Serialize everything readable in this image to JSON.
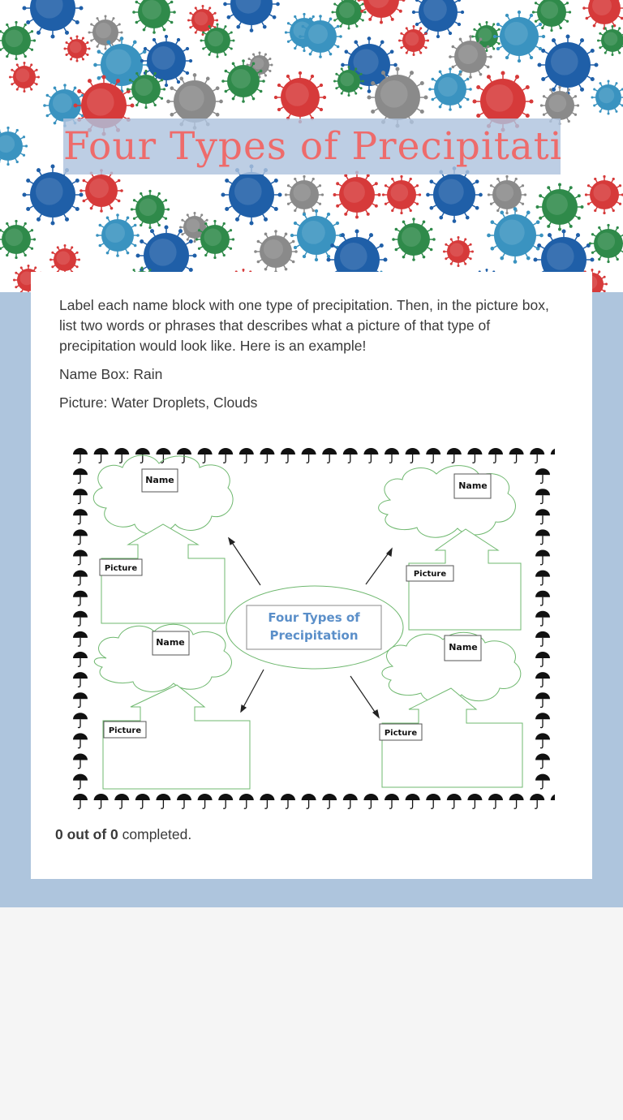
{
  "header": {
    "title": "Four Types of Precipitation"
  },
  "instructions": {
    "paragraph": "Label each name block with one type of precipitation. Then, in the picture box, list two words or phrases that describes what a picture of that type of precipitation would look like. Here is an example!",
    "example_name": "Name Box: Rain",
    "example_picture": "Picture: Water Droplets, Clouds"
  },
  "worksheet": {
    "center_line1": "Four Types of",
    "center_line2": "Precipitation",
    "name_label": "Name",
    "picture_label": "Picture",
    "border_icon": "umbrella-icon"
  },
  "progress": {
    "count": "0 out of 0",
    "suffix": " completed."
  },
  "colors": {
    "title": "#ee6b6b",
    "panel": "#aec5dd",
    "virus_red": "#d63a3a",
    "virus_blue": "#1f5fa8",
    "virus_teal": "#3a93c0",
    "virus_green": "#2f8a4a",
    "virus_gray": "#8a8a8a",
    "diagram_green": "#6fb86f",
    "center_text": "#5b8fc9"
  }
}
